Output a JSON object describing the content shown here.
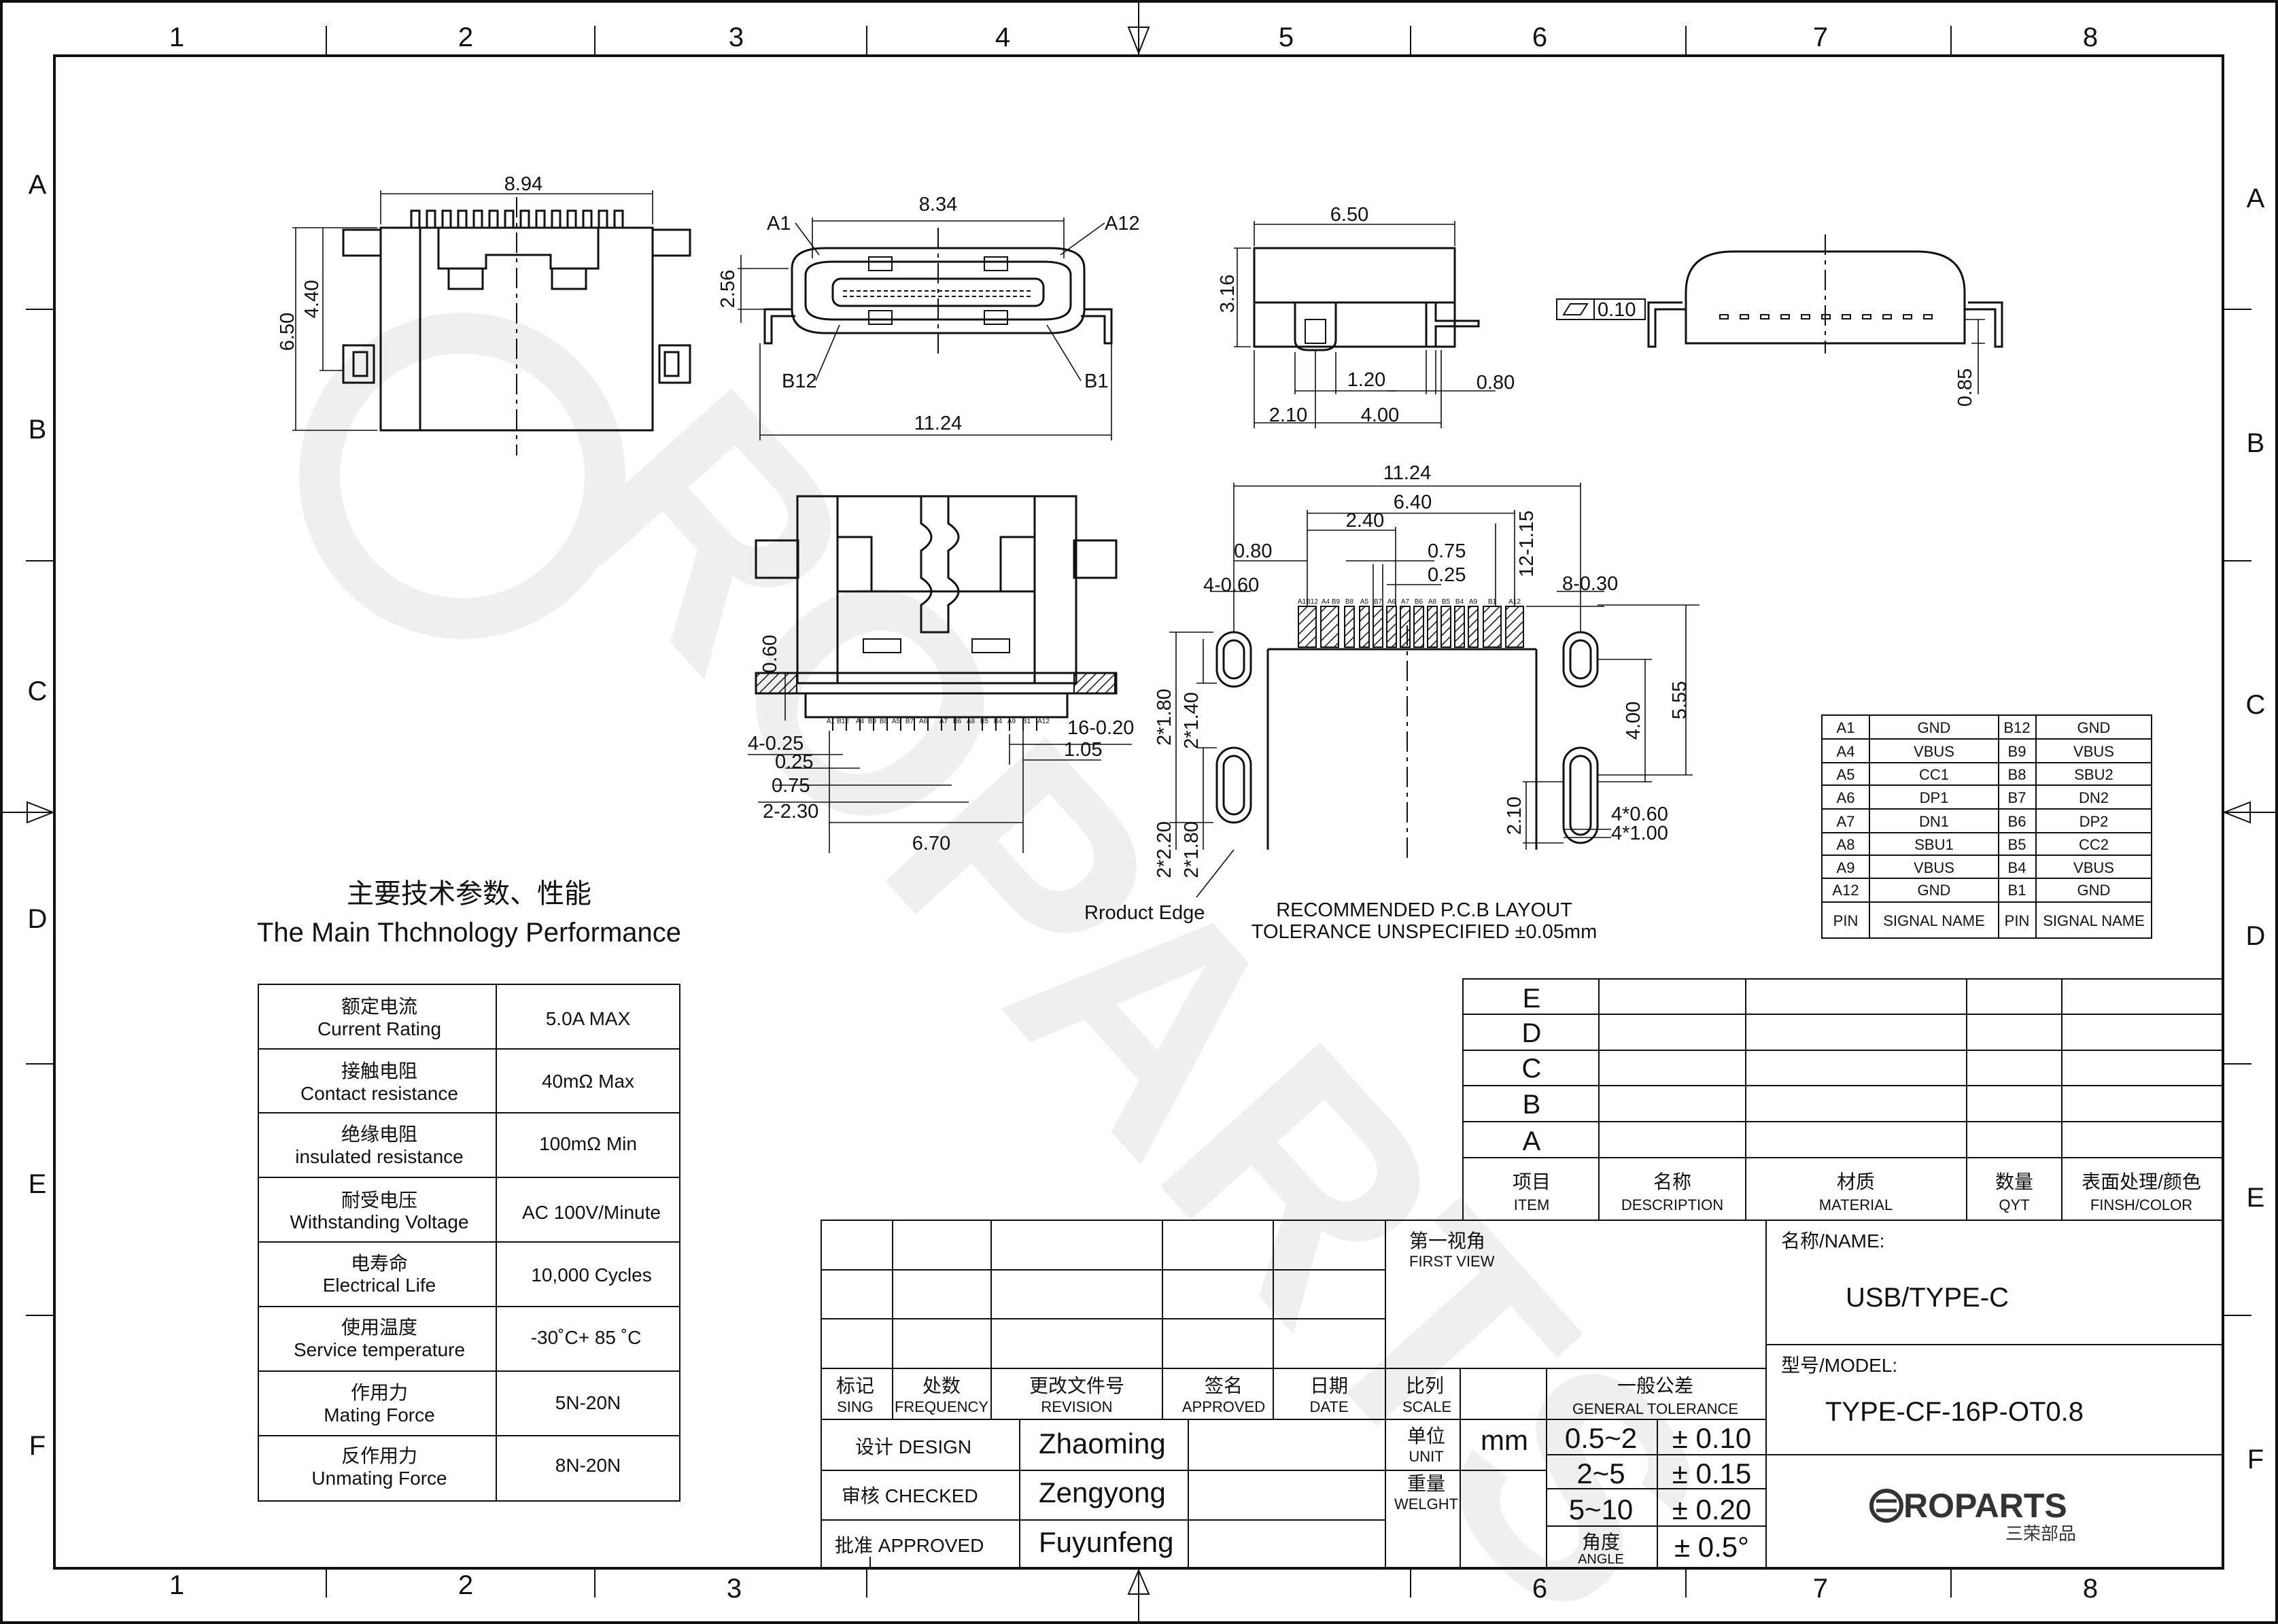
{
  "zones": {
    "columns": [
      "1",
      "2",
      "3",
      "4",
      "5",
      "6",
      "7",
      "8"
    ],
    "rows": [
      "A",
      "B",
      "C",
      "D",
      "E",
      "F"
    ]
  },
  "watermark": "ROPARTS",
  "top_views": {
    "front_width": "8.94",
    "front_height": "6.50",
    "front_inner_height": "4.40",
    "face_width": "8.34",
    "face_height": "2.56",
    "face_bottom_width": "11.24",
    "label_a1": "A1",
    "label_a12": "A12",
    "label_b12": "B12",
    "label_b1": "B1",
    "side_width": "6.50",
    "side_height": "3.16",
    "side_dim_120": "1.20",
    "side_dim_080": "0.80",
    "side_dim_210": "2.10",
    "side_dim_400": "4.00",
    "flatness": "0.10",
    "end_height": "0.85"
  },
  "bottom_view": {
    "dim_060": "0.60",
    "dim_4_025": "4-0.25",
    "dim_025": "0.25",
    "dim_075": "0.75",
    "dim_2_230": "2-2.30",
    "dim_670": "6.70",
    "dim_16_020": "16-0.20",
    "dim_105": "1.05",
    "pin_labels": [
      "A1",
      "B12",
      "A4",
      "B9",
      "B8",
      "A5",
      "B7",
      "A6",
      "A7",
      "B6",
      "A8",
      "B5",
      "B4",
      "A9",
      "B1",
      "A12"
    ]
  },
  "pcb": {
    "dim_1124": "11.24",
    "dim_640": "6.40",
    "dim_240": "2.40",
    "dim_080": "0.80",
    "dim_075": "0.75",
    "dim_025": "0.25",
    "dim_4_060": "4-0.60",
    "dim_8_030": "8-0.30",
    "dim_12_115": "12-1.15",
    "dim_555": "5.55",
    "dim_400": "4.00",
    "dim_2x180a": "2*1.80",
    "dim_2x140": "2*1.40",
    "dim_2x220": "2*2.20",
    "dim_2x180b": "2*1.80",
    "dim_210": "2.10",
    "dim_4x060": "4*0.60",
    "dim_4x100": "4*1.00",
    "pad_labels": [
      "A1",
      "B12",
      "A4",
      "B9",
      "B8",
      "A5",
      "B7",
      "A6",
      "A7",
      "B6",
      "A8",
      "B5",
      "B4",
      "A9",
      "B1",
      "A12"
    ],
    "product_edge": "Rroduct Edge",
    "title": "RECOMMENDED P.C.B LAYOUT",
    "tolerance": "TOLERANCE UNSPECIFIED ±0.05mm"
  },
  "pin_table": {
    "rows": [
      [
        "A1",
        "GND",
        "B12",
        "GND"
      ],
      [
        "A4",
        "VBUS",
        "B9",
        "VBUS"
      ],
      [
        "A5",
        "CC1",
        "B8",
        "SBU2"
      ],
      [
        "A6",
        "DP1",
        "B7",
        "DN2"
      ],
      [
        "A7",
        "DN1",
        "B6",
        "DP2"
      ],
      [
        "A8",
        "SBU1",
        "B5",
        "CC2"
      ],
      [
        "A9",
        "VBUS",
        "B4",
        "VBUS"
      ],
      [
        "A12",
        "GND",
        "B1",
        "GND"
      ]
    ],
    "header": [
      "PIN",
      "SIGNAL NAME",
      "PIN",
      "SIGNAL NAME"
    ]
  },
  "performance": {
    "title_cn": "主要技术参数、性能",
    "title_en": "The Main Thchnology Performance",
    "rows": [
      {
        "cn": "额定电流",
        "en": "Current Rating",
        "value": "5.0A MAX"
      },
      {
        "cn": "接触电阻",
        "en": "Contact resistance",
        "value": "40mΩ Max"
      },
      {
        "cn": "绝缘电阻",
        "en": "insulated resistance",
        "value": "100mΩ Min"
      },
      {
        "cn": "耐受电压",
        "en": "Withstanding Voltage",
        "value": "AC 100V/Minute"
      },
      {
        "cn": "电寿命",
        "en": "Electrical Life",
        "value": "10,000 Cycles"
      },
      {
        "cn": "使用温度",
        "en": "Service temperature",
        "value": "-30˚C+ 85 ˚C"
      },
      {
        "cn": "作用力",
        "en": "Mating Force",
        "value": "5N-20N"
      },
      {
        "cn": "反作用力",
        "en": "Unmating Force",
        "value": "8N-20N"
      }
    ]
  },
  "bom": {
    "row_letters": [
      "E",
      "D",
      "C",
      "B",
      "A"
    ],
    "headers": [
      {
        "cn": "项目",
        "en": "ITEM"
      },
      {
        "cn": "名称",
        "en": "DESCRIPTION"
      },
      {
        "cn": "材质",
        "en": "MATERIAL"
      },
      {
        "cn": "数量",
        "en": "QYT"
      },
      {
        "cn": "表面处理/颜色",
        "en": "FINSH/COLOR"
      }
    ]
  },
  "revision": {
    "headers": [
      {
        "cn": "标记",
        "en": "SING"
      },
      {
        "cn": "处数",
        "en": "FREQUENCY"
      },
      {
        "cn": "更改文件号",
        "en": "REVISION"
      },
      {
        "cn": "签名",
        "en": "APPROVED"
      },
      {
        "cn": "日期",
        "en": "DATE"
      }
    ],
    "design_label": "设计 DESIGN",
    "design_name": "Zhaoming",
    "checked_label": "审核 CHECKED",
    "checked_name": "Zengyong",
    "approved_label": "批准 APPROVED",
    "approved_name": "Fuyunfeng"
  },
  "view": {
    "cn": "第一视角",
    "en": "FIRST VIEW"
  },
  "scale": {
    "cn": "比列",
    "en": "SCALE"
  },
  "tolerance_block": {
    "title_cn": "一般公差",
    "title_en": "GENERAL TOLERANCE",
    "unit_cn": "单位",
    "unit_en": "UNIT",
    "unit_value": "mm",
    "weight_cn": "重量",
    "weight_en": "WELGHT",
    "angle_cn": "角度",
    "angle_en": "ANGLE",
    "ranges": [
      "0.5~2",
      "2~5",
      "5~10"
    ],
    "values": [
      "± 0.10",
      "± 0.15",
      "± 0.20"
    ],
    "angle_value": "± 0.5°"
  },
  "name_block": {
    "name_label": "名称/NAME:",
    "name_value": "USB/TYPE-C",
    "model_label": "型号/MODEL:",
    "model_value": "TYPE-CF-16P-OT0.8"
  },
  "logo": {
    "text": "ROPARTS",
    "cn": "三荣部品"
  }
}
